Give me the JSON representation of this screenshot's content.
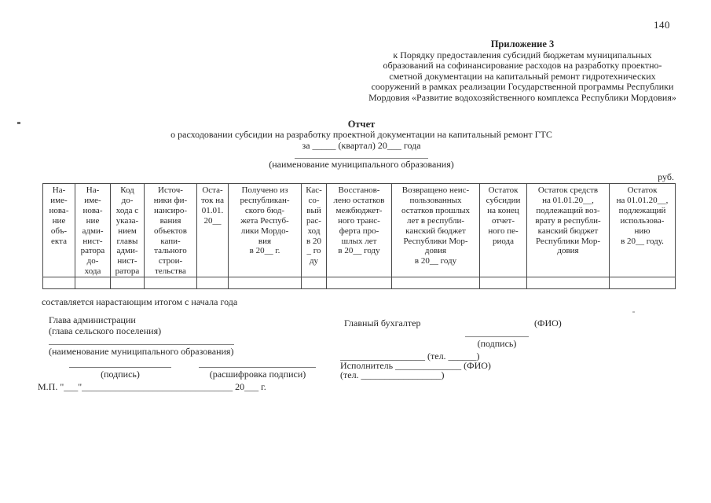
{
  "page": {
    "number": "140"
  },
  "appendix": {
    "title": "Приложение 3",
    "lines": [
      "к Порядку предоставления субсидий бюджетам муниципальных",
      "образований на софинансирование расходов на разработку проектно-",
      "сметной документации на капитальный ремонт гидротехнических",
      "сооружений в рамках реализации Государственной программы Республики",
      "Мордовия «Развитие водохозяйственного комплекса Республики Мордовия»"
    ]
  },
  "report": {
    "title": "Отчет",
    "subtitle": "о расходовании субсидии на разработку проектной документации на капитальный ремонт ГТС",
    "period_line": "за _____ (квартал) 20___ года",
    "org_caption": "(наименование муниципального образования)"
  },
  "table": {
    "unit_label": "руб.",
    "headers": [
      "На-\nиме-\nнова-\nние\nобъ-\nекта",
      "На-\nиме-\nнова-\nние\nадми-\nнист-\nратора\nдо-\nхода",
      "Код\nдо-\nхода с\nуказа-\nнием\nглавы\nадми-\nнист-\nратора",
      "Источ-\nники фи-\nнансиро-\nвания\nобъектов\nкапи-\nтального\nстрои-\nтельства",
      "Оста-\nток на\n01.01.\n20__",
      "Получено из\nреспубликан-\nского бюд-\nжета Респуб-\nлики Мордо-\nвия\nв 20__ г.",
      "Кас-\nсо-\nвый\nрас-\nход\nв 20\n_ го\nду",
      "Восстанов-\nлено остатков\nмежбюджет-\nного транс-\nферта про-\nшлых лет\nв 20__ году",
      "Возвращено неис-\nпользованных\nостатков прошлых\nлет в республи-\nканский бюджет\nРеспублики Мор-\nдовия\nв 20__ году",
      "Остаток\nсубсидии\nна конец\nотчет-\nного пе-\nриода",
      "Остаток средств\nна 01.01.20__,\nподлежащий воз-\nврату в республи-\nканский бюджет\nРеспублики Мор-\nдовия",
      "Остаток\nна 01.01.20__,\nподлежащий\nиспользова-\nнию\nв 20__ году."
    ],
    "note": "составляется нарастающим итогом с начала года"
  },
  "signatures": {
    "left": {
      "role_line1": "Глава администрации",
      "role_line2": "(глава сельского поселения)",
      "org_caption": "(наименование муниципального образования)",
      "sign_caption": "(подпись)",
      "decrypt_caption": "(расшифровка подписи)",
      "stamp_line": "М.П. \"___\"________________________________ 20___ г."
    },
    "right": {
      "role": "Главный бухгалтер",
      "fio_caption": "(ФИО)",
      "sign_caption": "(подпись)",
      "phone_line": "__________________ (тел. ______)",
      "executor_line": "Исполнитель ______________ (ФИО)",
      "executor_phone": "(тел. _________________)"
    }
  }
}
